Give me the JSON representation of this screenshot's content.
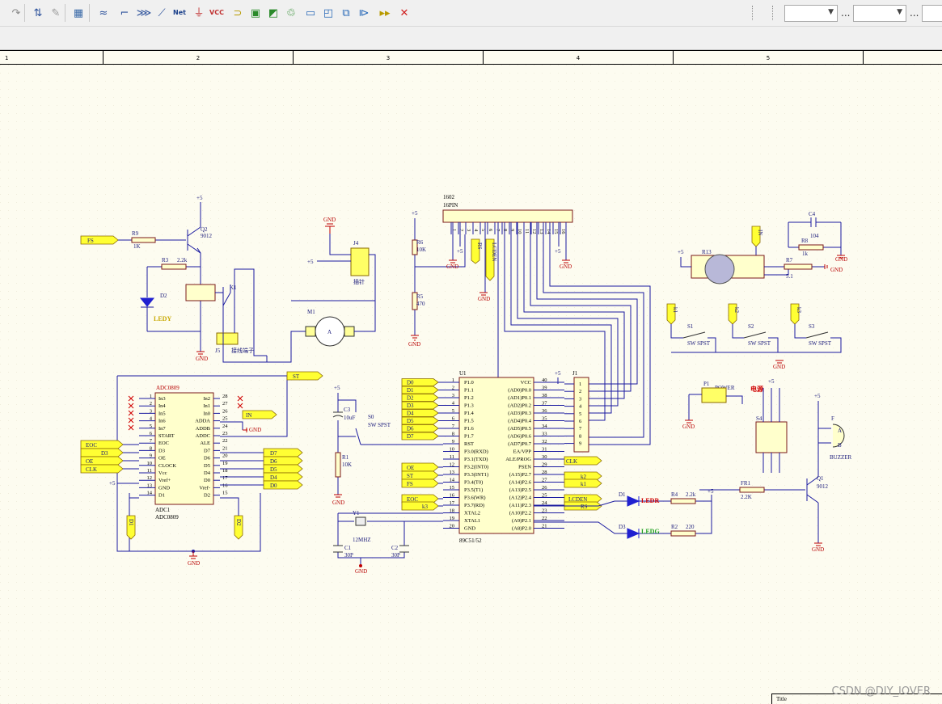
{
  "toolbar": {
    "buttons": [
      {
        "name": "redo-icon",
        "glyph": "↷",
        "color": "#8a8a8a"
      },
      {
        "name": "bus-arrange-icon",
        "glyph": "⇅",
        "color": "#2a4f9a"
      },
      {
        "name": "pencil-icon",
        "glyph": "✎",
        "color": "#999999"
      },
      {
        "name": "component-library-icon",
        "glyph": "▦",
        "color": "#3a6aa8"
      },
      {
        "name": "wire-icon",
        "glyph": "≈",
        "color": "#2a4f9a"
      },
      {
        "name": "bus-icon",
        "glyph": "⌐",
        "color": "#2a4f9a"
      },
      {
        "name": "signal-harness-icon",
        "glyph": "⋙",
        "color": "#2a4f9a"
      },
      {
        "name": "bus-entry-icon",
        "glyph": "⟋",
        "color": "#2a4f9a"
      },
      {
        "name": "net-label-icon",
        "glyph": "Net",
        "color": "#1a3f8a"
      },
      {
        "name": "ground-port-icon",
        "glyph": "⏚",
        "color": "#c03030"
      },
      {
        "name": "vcc-port-icon",
        "glyph": "VCC",
        "color": "#c03030"
      },
      {
        "name": "place-part-icon",
        "glyph": "⊃",
        "color": "#b89a00"
      },
      {
        "name": "sheet-symbol-icon",
        "glyph": "▣",
        "color": "#2a8a2a"
      },
      {
        "name": "sheet-entry-icon",
        "glyph": "◩",
        "color": "#2a8a2a"
      },
      {
        "name": "device-sheet-icon",
        "glyph": "♲",
        "color": "#2a8a2a"
      },
      {
        "name": "harness-connector-icon",
        "glyph": "▭",
        "color": "#2a6ab8"
      },
      {
        "name": "harness-entry-icon",
        "glyph": "◰",
        "color": "#2a6ab8"
      },
      {
        "name": "port-icon",
        "glyph": "⧉",
        "color": "#2a6ab8"
      },
      {
        "name": "off-sheet-icon",
        "glyph": "⧐",
        "color": "#2a6ab8"
      },
      {
        "name": "directive-icon",
        "glyph": "▸▸",
        "color": "#b89a00"
      },
      {
        "name": "no-erc-icon",
        "glyph": "✕",
        "color": "#d02020"
      }
    ],
    "dots": "...",
    "combo1": "",
    "combo2": ""
  },
  "ruler": {
    "labels": [
      "1",
      "2",
      "3",
      "4",
      "5"
    ]
  },
  "schematic": {
    "ports": {
      "fs": "FS",
      "st": "ST",
      "in": "IN",
      "eoc": "EOC",
      "d3": "D3",
      "oe": "OE",
      "clk": "CLK",
      "d7": "D7",
      "d6": "D6",
      "d5": "D5",
      "d4": "D4",
      "d0": "D0",
      "mcu_d": [
        "D0",
        "D1",
        "D2",
        "D3",
        "D4",
        "D5",
        "D6",
        "D7"
      ],
      "oe2": "OE",
      "st2": "ST",
      "fs2": "FS",
      "eoc2": "EOC",
      "k3": "k3",
      "clk2": "CLK",
      "k2": "k2",
      "k1": "k1",
      "lcden": "LCDEN",
      "rs": "RS",
      "lcden_v": "LCDEN",
      "rs_v": "RS",
      "in_v": "IN",
      "k1_v": "k1",
      "k2_v": "k2",
      "k3_v": "k3",
      "d1_v": "D1",
      "d2_v": "D2"
    },
    "labels": {
      "plus5": "+5",
      "gnd": "GND",
      "r9": "R9",
      "r9v": "1K",
      "q2": "Q2",
      "q2v": "9012",
      "r3": "R3",
      "r3v": "2.2k",
      "k1": "K1",
      "d2": "D2",
      "ledy": "LEDY",
      "j5": "J5",
      "j5v": "接线端子",
      "j4": "J4",
      "j4v": "插针",
      "m1": "M1",
      "m1v": "A",
      "r6": "R6",
      "r6v": "10K",
      "r5": "R5",
      "r5v": "470",
      "lcd": "1602",
      "lcd16": "16PIN",
      "r13": "R13",
      "c4": "C4",
      "c4v": "104",
      "r8": "R8",
      "r8v": "1k",
      "r7": "R7",
      "r7v": "5.1",
      "s1": "S1",
      "s2": "S2",
      "s3": "S3",
      "swspst": "SW SPST",
      "adc": "ADC0809",
      "adc1": "ADC1",
      "adc2": "ADC0809",
      "u1": "U1",
      "u1v": "89C51/52",
      "j1": "J1",
      "c3": "C3",
      "c3v": "10uF",
      "s0": "S0",
      "r1": "R1",
      "r1v": "10K",
      "y1": "Y1",
      "y1v": "12MHZ",
      "c1": "C1",
      "c1v": "30P",
      "c2": "C2",
      "c2v": "30P",
      "p1": "P1",
      "p1v": "POWER",
      "redtext": "电源",
      "s4": "S4",
      "d1": "D1",
      "ledr": "LEDR",
      "r4": "R4",
      "r4v": "2.2k",
      "d3": "D3",
      "ledg": "LEDG",
      "r2": "R2",
      "r2v": "220",
      "fr1": "FR1",
      "fr1v": "2.2K",
      "q1": "Q1",
      "q1v": "9012",
      "buzzer": "BUZZER",
      "bzF": "F",
      "bzA": "A",
      "bzB": "B",
      "title": "Title"
    },
    "adc_left_pins": [
      {
        "n": "1",
        "name": "In3"
      },
      {
        "n": "2",
        "name": "In4"
      },
      {
        "n": "3",
        "name": "In5"
      },
      {
        "n": "4",
        "name": "In6"
      },
      {
        "n": "5",
        "name": "In7"
      },
      {
        "n": "6",
        "name": "START"
      },
      {
        "n": "7",
        "name": "EOC"
      },
      {
        "n": "8",
        "name": "D3"
      },
      {
        "n": "9",
        "name": "OE"
      },
      {
        "n": "10",
        "name": "CLOCK"
      },
      {
        "n": "11",
        "name": "Vcc"
      },
      {
        "n": "12",
        "name": "Vref+"
      },
      {
        "n": "13",
        "name": "GND"
      },
      {
        "n": "14",
        "name": "D1"
      }
    ],
    "adc_right_pins": [
      {
        "n": "28",
        "name": "In2"
      },
      {
        "n": "27",
        "name": "In1"
      },
      {
        "n": "26",
        "name": "In0"
      },
      {
        "n": "25",
        "name": "ADDA"
      },
      {
        "n": "24",
        "name": "ADDB"
      },
      {
        "n": "23",
        "name": "ADDC"
      },
      {
        "n": "22",
        "name": "ALE"
      },
      {
        "n": "21",
        "name": "D7"
      },
      {
        "n": "20",
        "name": "D6"
      },
      {
        "n": "19",
        "name": "D5"
      },
      {
        "n": "18",
        "name": "D4"
      },
      {
        "n": "17",
        "name": "D0"
      },
      {
        "n": "16",
        "name": "Vref-"
      },
      {
        "n": "15",
        "name": "D2"
      }
    ],
    "mcu_left_pins": [
      {
        "n": "1",
        "name": "P1.0"
      },
      {
        "n": "2",
        "name": "P1.1"
      },
      {
        "n": "3",
        "name": "P1.2"
      },
      {
        "n": "4",
        "name": "P1.3"
      },
      {
        "n": "5",
        "name": "P1.4"
      },
      {
        "n": "6",
        "name": "P1.5"
      },
      {
        "n": "7",
        "name": "P1.6"
      },
      {
        "n": "8",
        "name": "P1.7"
      },
      {
        "n": "9",
        "name": "RST"
      },
      {
        "n": "10",
        "name": "P3.0(RXD)"
      },
      {
        "n": "11",
        "name": "P3.1(TXD)"
      },
      {
        "n": "12",
        "name": "P3.2(INT0)"
      },
      {
        "n": "13",
        "name": "P3.3(INT1)"
      },
      {
        "n": "14",
        "name": "P3.4(T0)"
      },
      {
        "n": "15",
        "name": "P3.5(T1)"
      },
      {
        "n": "16",
        "name": "P3.6(WR)"
      },
      {
        "n": "17",
        "name": "P3.7(RD)"
      },
      {
        "n": "18",
        "name": "XTAL2"
      },
      {
        "n": "19",
        "name": "XTAL1"
      },
      {
        "n": "20",
        "name": "GND"
      }
    ],
    "mcu_right_pins": [
      {
        "n": "40",
        "name": "VCC"
      },
      {
        "n": "39",
        "name": "(AD0)P0.0"
      },
      {
        "n": "38",
        "name": "(AD1)P0.1"
      },
      {
        "n": "37",
        "name": "(AD2)P0.2"
      },
      {
        "n": "36",
        "name": "(AD3)P0.3"
      },
      {
        "n": "35",
        "name": "(AD4)P0.4"
      },
      {
        "n": "34",
        "name": "(AD5)P0.5"
      },
      {
        "n": "33",
        "name": "(AD6)P0.6"
      },
      {
        "n": "32",
        "name": "(AD7)P0.7"
      },
      {
        "n": "31",
        "name": "EA/VPP"
      },
      {
        "n": "30",
        "name": "ALE/PROG"
      },
      {
        "n": "29",
        "name": "PSEN"
      },
      {
        "n": "28",
        "name": "(A15)P2.7"
      },
      {
        "n": "27",
        "name": "(A14)P2.6"
      },
      {
        "n": "26",
        "name": "(A13)P2.5"
      },
      {
        "n": "25",
        "name": "(A12)P2.4"
      },
      {
        "n": "24",
        "name": "(A11)P2.3"
      },
      {
        "n": "23",
        "name": "(A10)P2.2"
      },
      {
        "n": "22",
        "name": "(A9)P2.1"
      },
      {
        "n": "21",
        "name": "(A8)P2.0"
      }
    ],
    "j1_pins": [
      "1",
      "2",
      "3",
      "4",
      "5",
      "6",
      "7",
      "8",
      "9"
    ],
    "lcd_pins": [
      "1",
      "2",
      "3",
      "4",
      "5",
      "6",
      "7",
      "8",
      "9",
      "10",
      "11",
      "12",
      "13",
      "14",
      "15",
      "16"
    ]
  },
  "watermark": "CSDN @DIY_IOVER"
}
